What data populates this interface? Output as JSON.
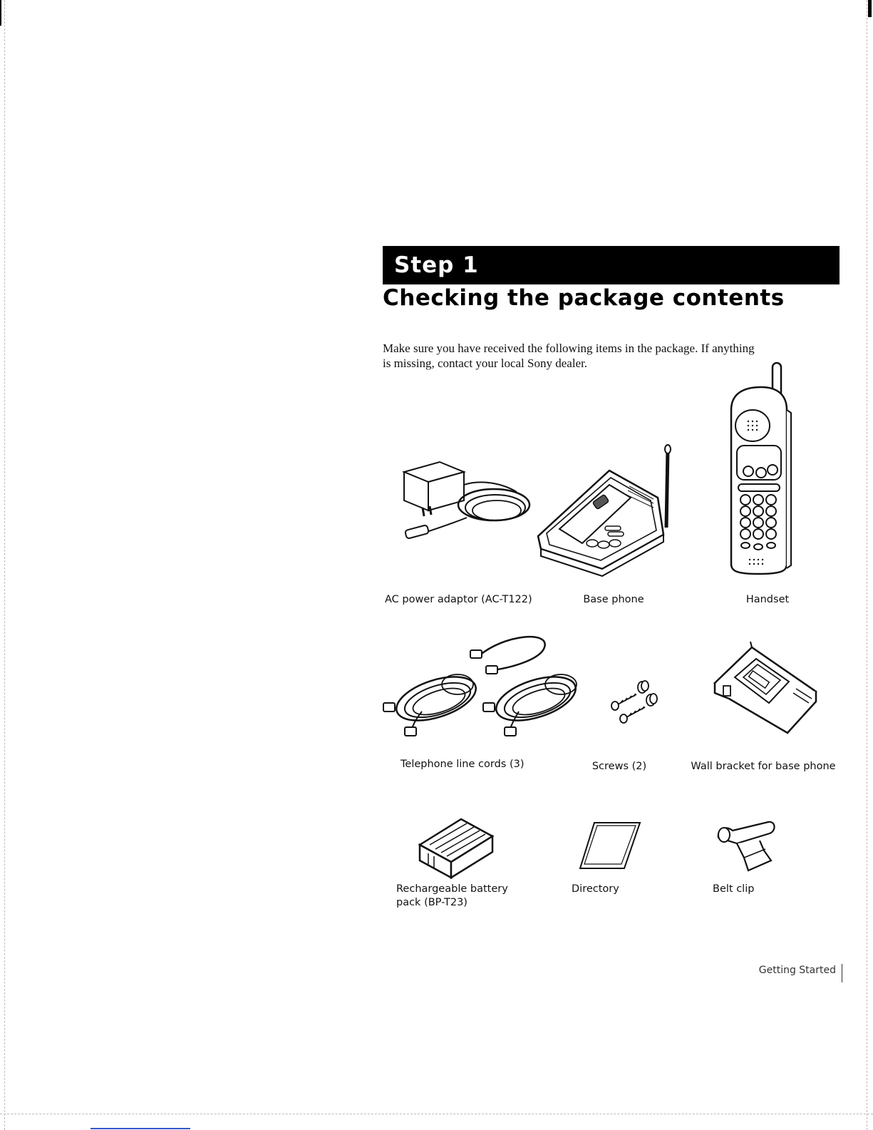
{
  "header": {
    "step_label": "Step 1",
    "title": "Checking the package contents"
  },
  "intro_text": "Make sure you have received the following items in the package.  If anything is missing, contact your local Sony dealer.",
  "items": [
    {
      "label": "AC power adaptor (AC-T122)",
      "icon": "ac-power-adaptor-illustration"
    },
    {
      "label": "Base phone",
      "icon": "base-phone-illustration"
    },
    {
      "label": "Handset",
      "icon": "handset-illustration"
    },
    {
      "label": "Telephone line cords (3)",
      "icon": "telephone-line-cords-illustration"
    },
    {
      "label": "Screws (2)",
      "icon": "screws-illustration"
    },
    {
      "label": "Wall bracket for base phone",
      "icon": "wall-bracket-illustration"
    },
    {
      "label": "Rechargeable battery",
      "label_line2": "pack (BP-T23)",
      "icon": "battery-pack-illustration"
    },
    {
      "label": "Directory",
      "icon": "directory-card-illustration"
    },
    {
      "label": "Belt clip",
      "icon": "belt-clip-illustration"
    }
  ],
  "footer": {
    "section": "Getting Started"
  },
  "colors": {
    "bar": "#000000",
    "bar_text": "#ffffff",
    "text": "#111111"
  }
}
